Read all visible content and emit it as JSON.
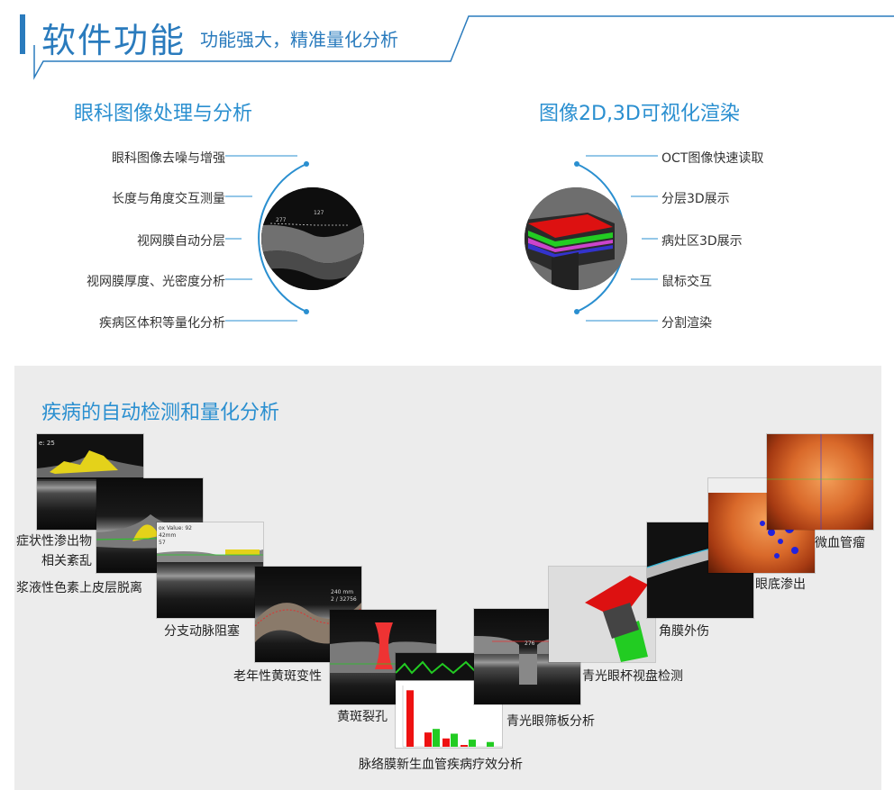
{
  "header": {
    "title": "软件功能",
    "subtitle": "功能强大，精准量化分析"
  },
  "left_section": {
    "title": "眼科图像处理与分析",
    "items": [
      "眼科图像去噪与增强",
      "长度与角度交互测量",
      "视网膜自动分层",
      "视网膜厚度、光密度分析",
      "疾病区体积等量化分析"
    ],
    "image_labels": [
      "127",
      "277"
    ]
  },
  "right_section": {
    "title": "图像2D,3D可视化渲染",
    "items": [
      "OCT图像快速读取",
      "分层3D展示",
      "病灶区3D展示",
      "鼠标交互",
      "分割渲染"
    ]
  },
  "bottom_section": {
    "title": "疾病的自动检测和量化分析",
    "captions": {
      "c1a": "症状性渗出物",
      "c1b": "相关紊乱",
      "c2": "浆液性色素上皮层脱离",
      "c3": "分支动脉阻塞",
      "c4": "老年性黄斑变性",
      "c5": "黄斑裂孔",
      "c6": "脉络膜新生血管疾病疗效分析",
      "c7": "青光眼筛板分析",
      "c8": "青光眼杯视盘检测",
      "c9": "角膜外伤",
      "c10": "眼底渗出",
      "c11": "微血管瘤"
    },
    "image_texts": {
      "t1": "e: 25",
      "t3a": "ox Value: 92",
      "t3b": "42mm",
      "t3c": "57",
      "t4a": "240 mm",
      "t4b": "2 / 32756",
      "t7": "276"
    },
    "bar_chart": {
      "red": [
        95,
        24,
        14,
        3,
        0
      ],
      "green": [
        0,
        30,
        22,
        12,
        8
      ]
    }
  }
}
